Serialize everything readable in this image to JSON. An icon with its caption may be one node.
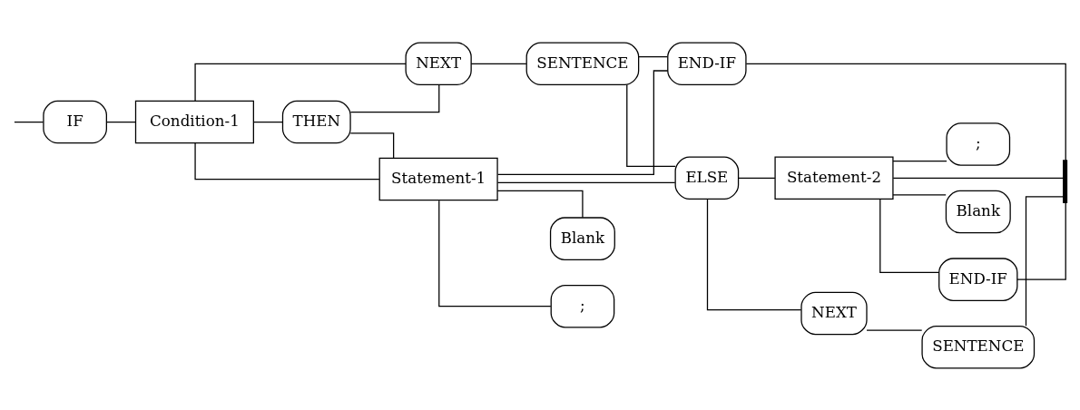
{
  "diagram": {
    "nodes": [
      {
        "text": [
          "IF"
        ]
      },
      {
        "text": [
          "Condition-1"
        ]
      },
      {
        "text": [
          "THEN"
        ]
      },
      {
        "text": [
          "Statement-1"
        ]
      },
      {
        "text": [
          "Blank"
        ]
      },
      {
        "text": [
          ";"
        ]
      },
      {
        "text": [
          "NEXT"
        ]
      },
      {
        "text": [
          "SENTENCE"
        ]
      },
      {
        "text": [
          "ELSE"
        ]
      },
      {
        "text": [
          "Statement-2"
        ]
      },
      {
        "text": [
          "Blank"
        ]
      },
      {
        "text": [
          ";"
        ]
      },
      {
        "text": [
          "NEXT"
        ]
      },
      {
        "text": [
          "SENTENCE"
        ]
      },
      {
        "text": [
          "END-IF"
        ]
      },
      {
        "text": [
          "END-IF"
        ]
      },
      {
        "text": [],
        "shape": "bar"
      }
    ],
    "edges": [
      {
        "from": null,
        "to": 0,
        "arrow": "none"
      },
      {
        "from": 0,
        "to": 1,
        "arrow": "none"
      },
      {
        "from": 1,
        "to": 2,
        "arrow": "none"
      },
      {
        "from": 1,
        "to": 3,
        "arrow": "none"
      },
      {
        "from": 2,
        "to": 3,
        "arrow": "none"
      },
      {
        "from": 3,
        "to": 4,
        "arrow": "none"
      },
      {
        "from": 3,
        "to": 5,
        "arrow": "none"
      },
      {
        "from": 1,
        "to": 6,
        "arrow": "none"
      },
      {
        "from": 2,
        "to": 6,
        "arrow": "none"
      },
      {
        "from": 6,
        "to": 7,
        "arrow": "none"
      },
      {
        "from": 3,
        "to": 8,
        "arrow": "none"
      },
      {
        "from": 7,
        "to": 8,
        "arrow": "none"
      },
      {
        "from": 3,
        "to": 15,
        "arrow": "none"
      },
      {
        "from": 7,
        "to": 15,
        "arrow": "none"
      },
      {
        "from": 8,
        "to": 9,
        "arrow": "none"
      },
      {
        "from": 8,
        "to": 12,
        "arrow": "none"
      },
      {
        "from": 9,
        "to": 10,
        "arrow": "none"
      },
      {
        "from": 9,
        "to": 11,
        "arrow": "none"
      },
      {
        "from": 12,
        "to": 13,
        "arrow": "none"
      },
      {
        "from": 9,
        "to": 14,
        "arrow": "none"
      },
      {
        "from": 9,
        "to": 16,
        "arrow": "none"
      },
      {
        "from": 14,
        "to": 16,
        "arrow": "none"
      },
      {
        "from": 13,
        "to": 16,
        "arrow": "none"
      },
      {
        "from": 15,
        "to": 16,
        "arrow": "none"
      }
    ]
  }
}
